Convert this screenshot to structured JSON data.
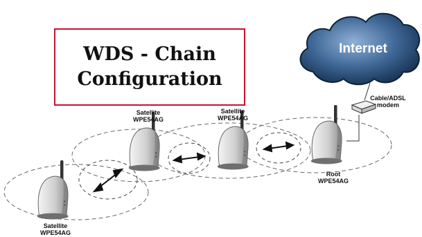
{
  "title": {
    "line1": "WDS - Chain",
    "line2": "Configuration"
  },
  "internet_label": "Internet",
  "modem": {
    "line1": "Cable/ADSL",
    "line2": "modem"
  },
  "devices": [
    {
      "role": "Satellite",
      "model": "WPE54AG"
    },
    {
      "role": "Satellite",
      "model": "WPE54AG"
    },
    {
      "role": "Satellite",
      "model": "WPE54AG"
    },
    {
      "role": "Root",
      "model": "WPE54AG"
    }
  ],
  "colors": {
    "title_border": "#c8102e",
    "cloud_dark": "#1d3c63",
    "cloud_light": "#7d9fc8",
    "cloud_text": "#ffffff",
    "link_ellipse": "#666666",
    "device_body": "#dcdcdc"
  }
}
